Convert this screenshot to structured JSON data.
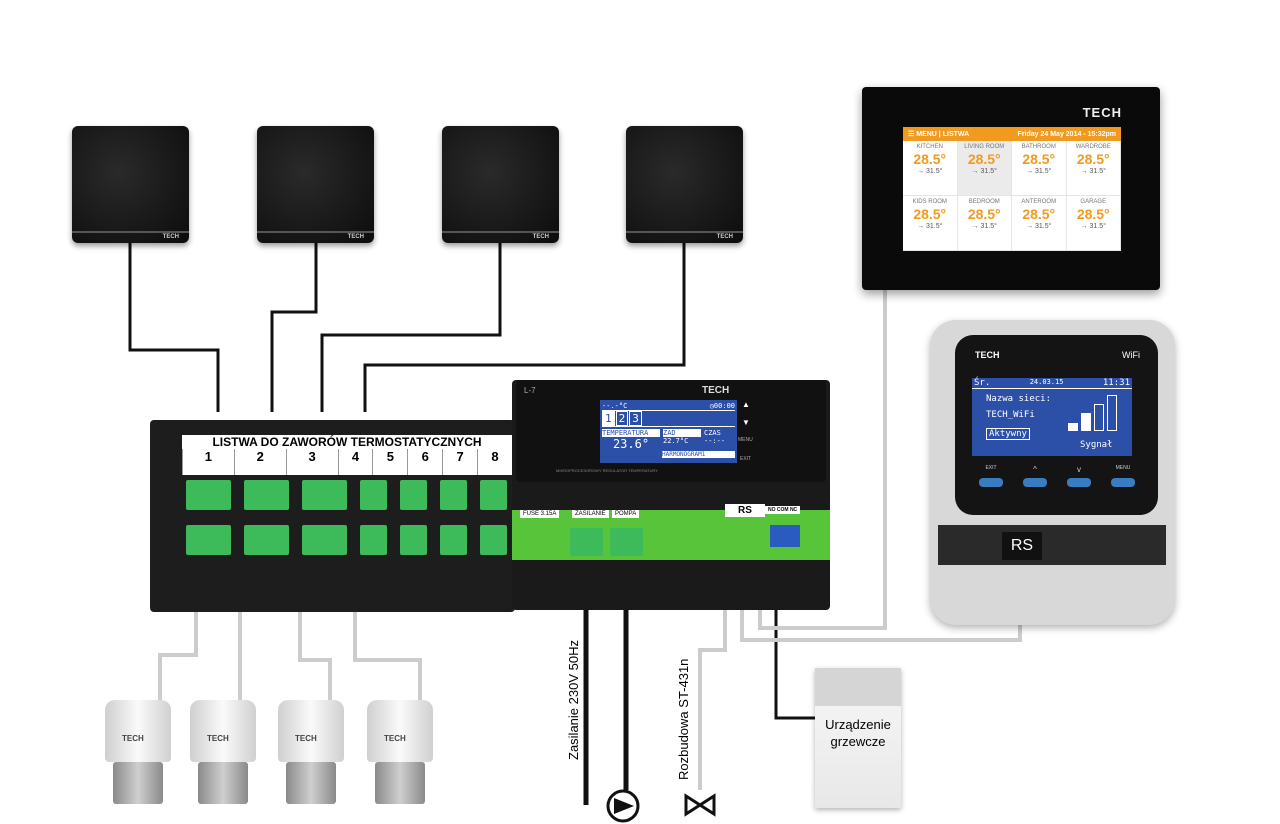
{
  "thermostats": [
    {
      "logo": "TECH"
    },
    {
      "logo": "TECH"
    },
    {
      "logo": "TECH"
    },
    {
      "logo": "TECH"
    }
  ],
  "touch_panel": {
    "logo": "TECH",
    "menu": "MENU",
    "section": "LISTWA",
    "datetime": "Friday 24 May 2014 - 15:32pm",
    "rooms": [
      {
        "name": "KITCHEN",
        "temp": "28.5°",
        "set": "→ 31.5°"
      },
      {
        "name": "LIVING ROOM",
        "temp": "28.5°",
        "set": "→ 31.5°"
      },
      {
        "name": "BATHROOM",
        "temp": "28.5°",
        "set": "→ 31.5°"
      },
      {
        "name": "WARDROBE",
        "temp": "28.5°",
        "set": "→ 31.5°"
      },
      {
        "name": "KIDS ROOM",
        "temp": "28.5°",
        "set": "→ 31.5°"
      },
      {
        "name": "BEDROOM",
        "temp": "28.5°",
        "set": "→ 31.5°"
      },
      {
        "name": "ANTEROOM",
        "temp": "28.5°",
        "set": "→ 31.5°"
      },
      {
        "name": "GARAGE",
        "temp": "28.5°",
        "set": "→ 31.5°"
      }
    ]
  },
  "strip": {
    "title": "LISTWA DO ZAWORÓW TERMOSTATYCZNYCH",
    "zones": [
      "1",
      "2",
      "3",
      "4",
      "5",
      "6",
      "7",
      "8"
    ]
  },
  "controller": {
    "model": "L-7",
    "logo": "TECH",
    "outdoor": "--.-°C",
    "clock": "00:00",
    "tabs": [
      "1",
      "2",
      "3"
    ],
    "temp_label": "TEMPERATURA",
    "temp_value": "23.6°",
    "set_label": "ZAD",
    "set_value": "22.7°C",
    "time_label": "CZAS",
    "time_value": "--:--",
    "schedule": "HARMONOGRAM1",
    "subtitle": "MIKROPROCESOROWY REGULATOR TEMPERATURY",
    "btn_menu": "MENU",
    "btn_exit": "EXIT",
    "fuse": "FUSE 3.15A",
    "power_label": "ZASILANIE",
    "pump_label": "POMPA",
    "rs_label": "RS",
    "relay_label": "NO COM NC"
  },
  "wifi_module": {
    "logo": "TECH",
    "brand": "WiFi",
    "day": "Śr.",
    "date": "24.03.15",
    "time": "11:31",
    "network_label": "Nazwa sieci:",
    "network": "TECH_WiFi",
    "status": "Aktywny",
    "signal_label": "Sygnał",
    "buttons": [
      "EXIT",
      "^",
      "v",
      "MENU"
    ],
    "rs_label": "RS"
  },
  "actuators": [
    {
      "logo": "TECH"
    },
    {
      "logo": "TECH"
    },
    {
      "logo": "TECH"
    },
    {
      "logo": "TECH"
    }
  ],
  "labels": {
    "power": "Zasilanie 230V 50Hz",
    "expansion": "Rozbudowa ST-431n",
    "heater": "Urządzenie grzewcze"
  }
}
